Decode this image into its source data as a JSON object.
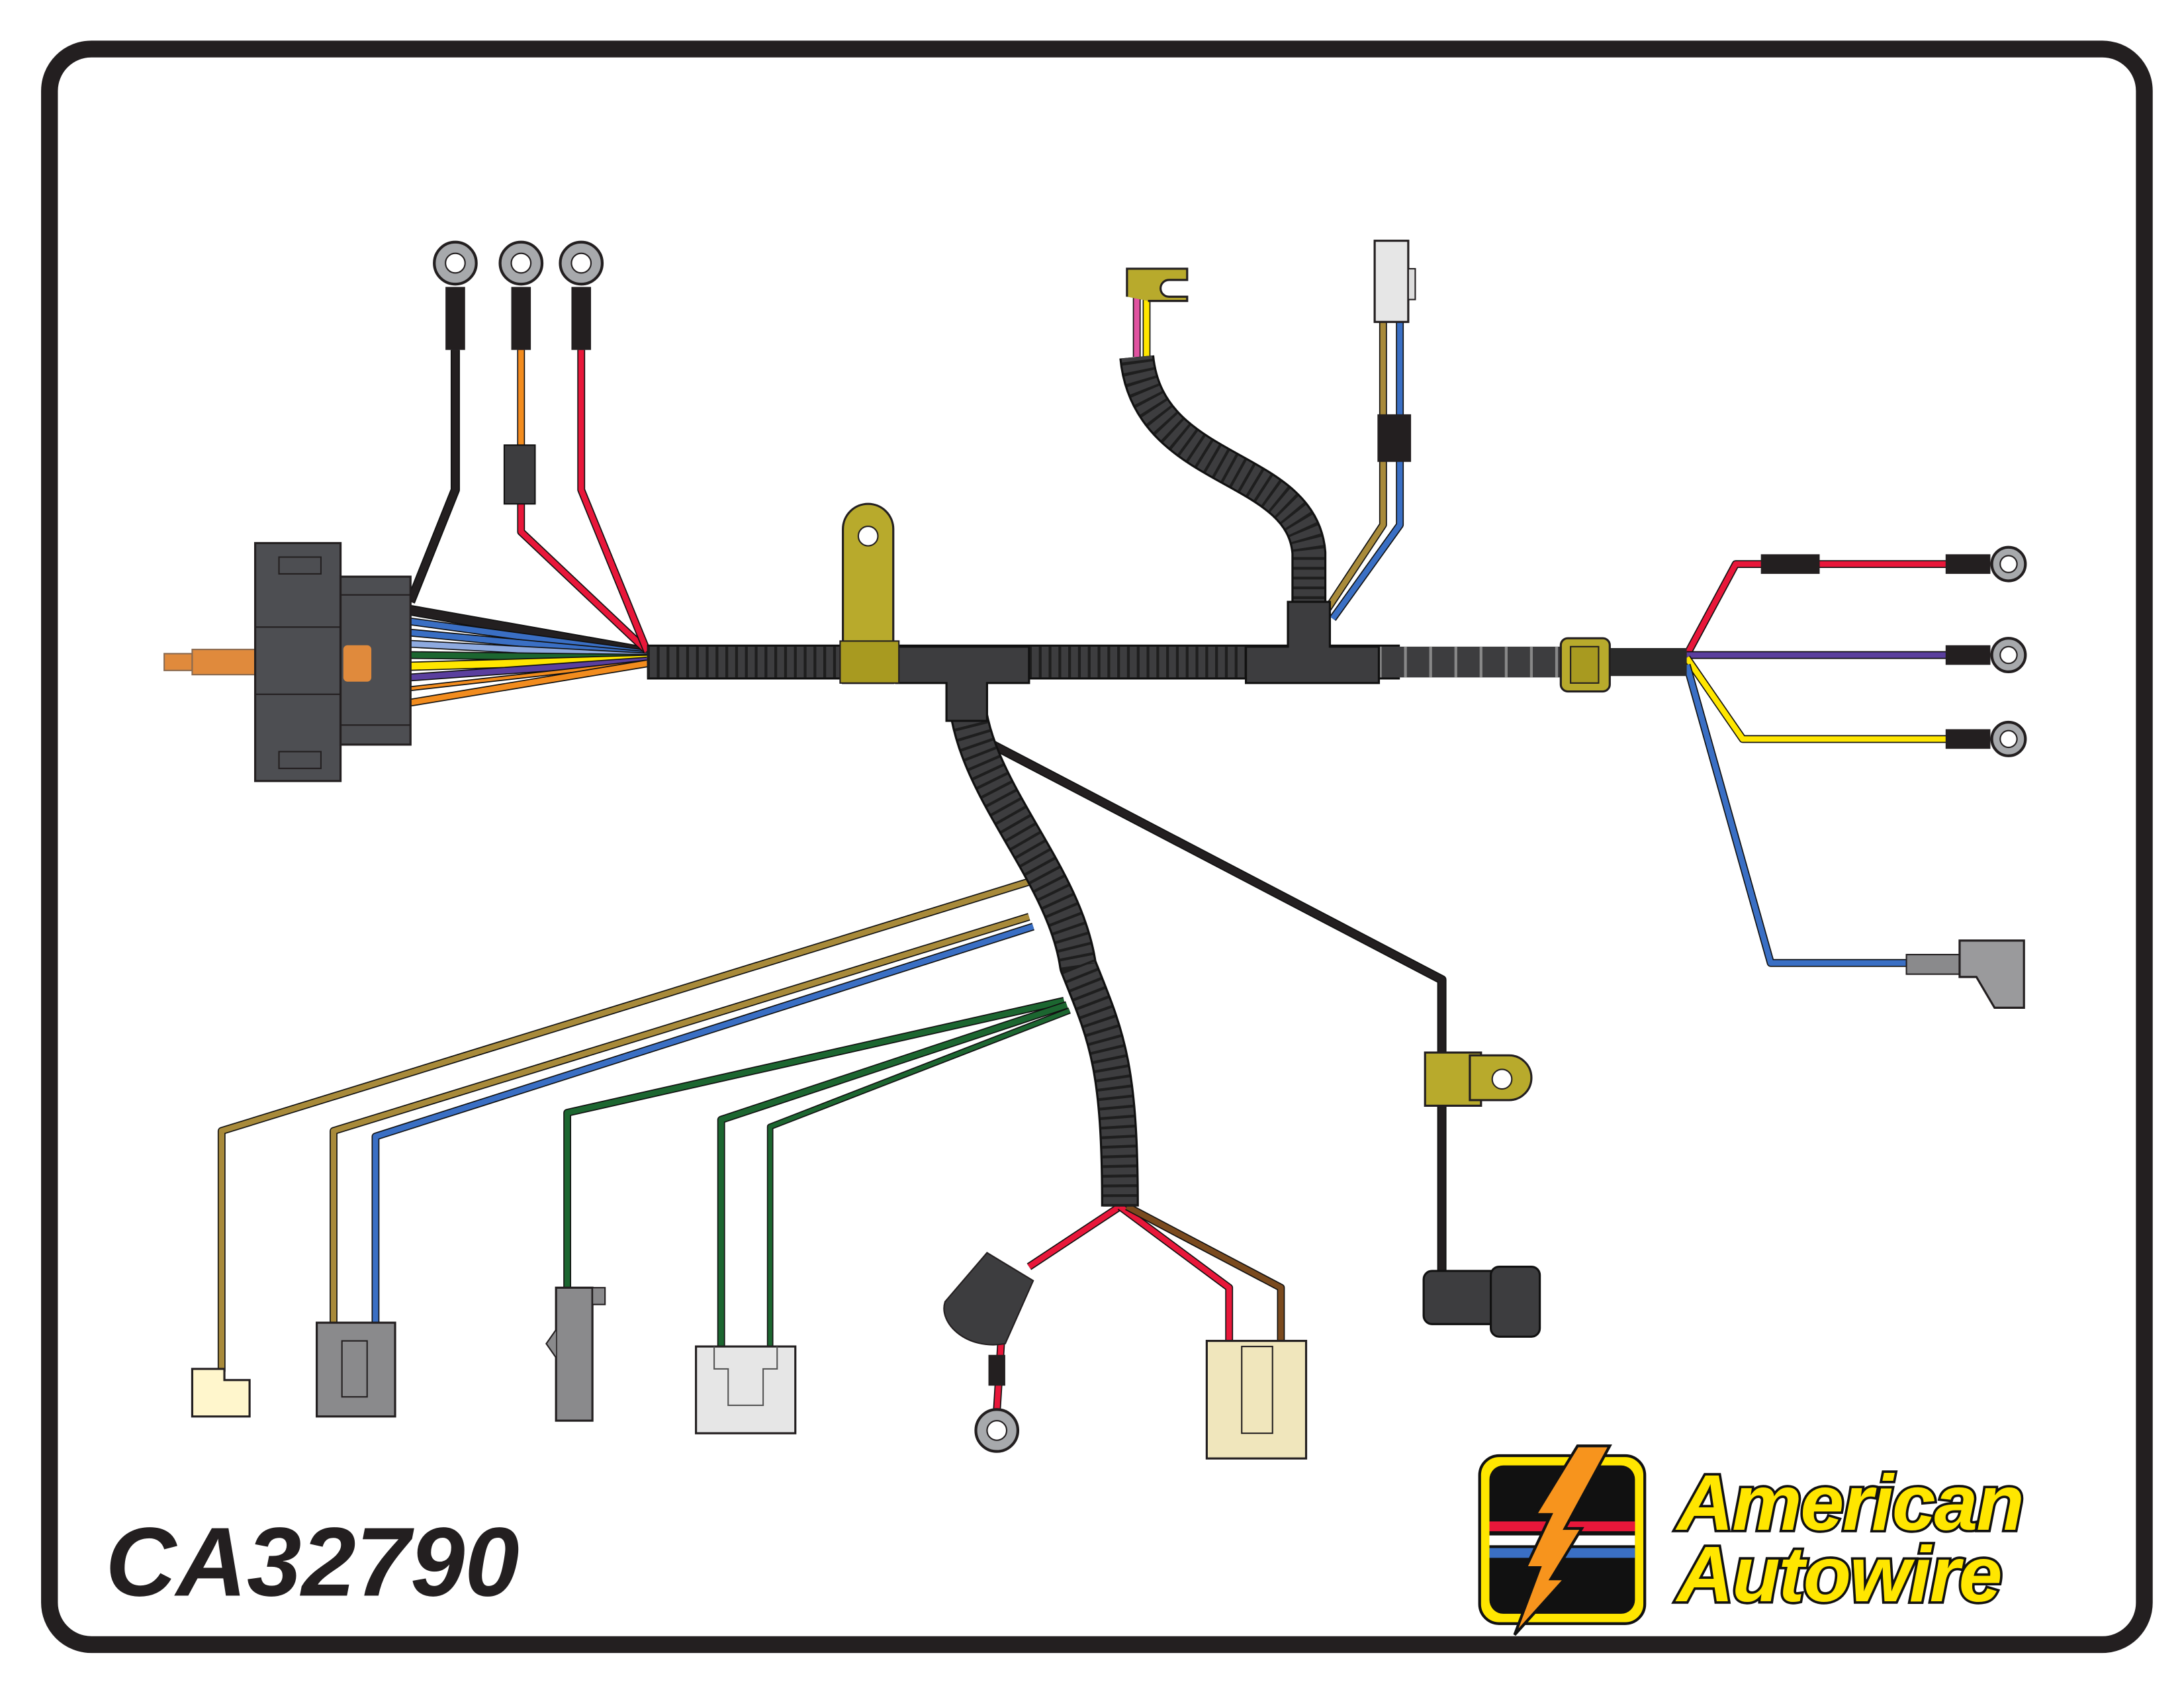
{
  "diagram": {
    "part_number": "CA32790",
    "brand": {
      "line1": "American",
      "line2": "Autowire"
    },
    "colors": {
      "border": "#231f20",
      "loom": "#3d3d3f",
      "connector_dark": "#4d4e52",
      "clip": "#b8aa2c",
      "logo_yellow": "#ffe600",
      "wire_red": "#e8173a",
      "wire_black": "#231f20",
      "wire_blue": "#3a6fc4",
      "wire_light_blue": "#8eaadf",
      "wire_green": "#1c6630",
      "wire_yellow": "#ffe600",
      "wire_purple": "#5a3f9e",
      "wire_orange": "#f28c1e",
      "wire_tan": "#a88a3a",
      "wire_brown": "#7a4a1e",
      "wire_pink": "#e052a0"
    }
  }
}
